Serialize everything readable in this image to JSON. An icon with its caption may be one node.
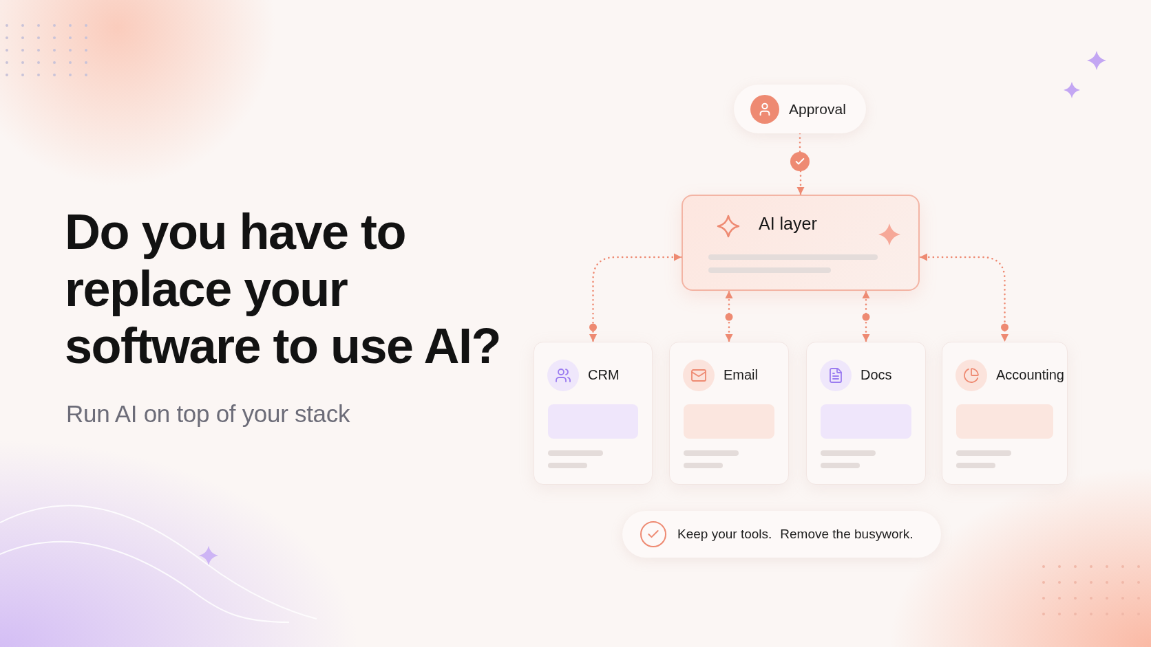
{
  "diagram": {
    "title": "Do you have to replace your software to use AI?",
    "nodes": [
      {
        "text": [
          "Approval"
        ]
      },
      {
        "text": [],
        "shape": "circle"
      },
      {
        "text": [
          "AI layer"
        ]
      },
      {
        "text": [
          "CRM"
        ]
      },
      {
        "text": [
          "Email"
        ]
      },
      {
        "text": [
          "Docs"
        ]
      },
      {
        "text": [
          "Accounting"
        ]
      },
      {
        "text": [
          "Keep your tools.",
          "Remove the busywork."
        ]
      }
    ],
    "edges": [
      {
        "from": 0,
        "to": 1,
        "arrow": "none",
        "style": "dashed"
      },
      {
        "from": 1,
        "to": 2,
        "arrow": "to",
        "style": "dashed"
      },
      {
        "from": 2,
        "to": 3,
        "arrow": "both",
        "style": "dashed"
      },
      {
        "from": 2,
        "to": 4,
        "arrow": "both",
        "style": "dashed"
      },
      {
        "from": 2,
        "to": 5,
        "arrow": "both",
        "style": "dashed"
      },
      {
        "from": 2,
        "to": 6,
        "arrow": "both",
        "style": "dashed"
      }
    ],
    "labels": [
      "Run AI on top of your stack"
    ]
  }
}
